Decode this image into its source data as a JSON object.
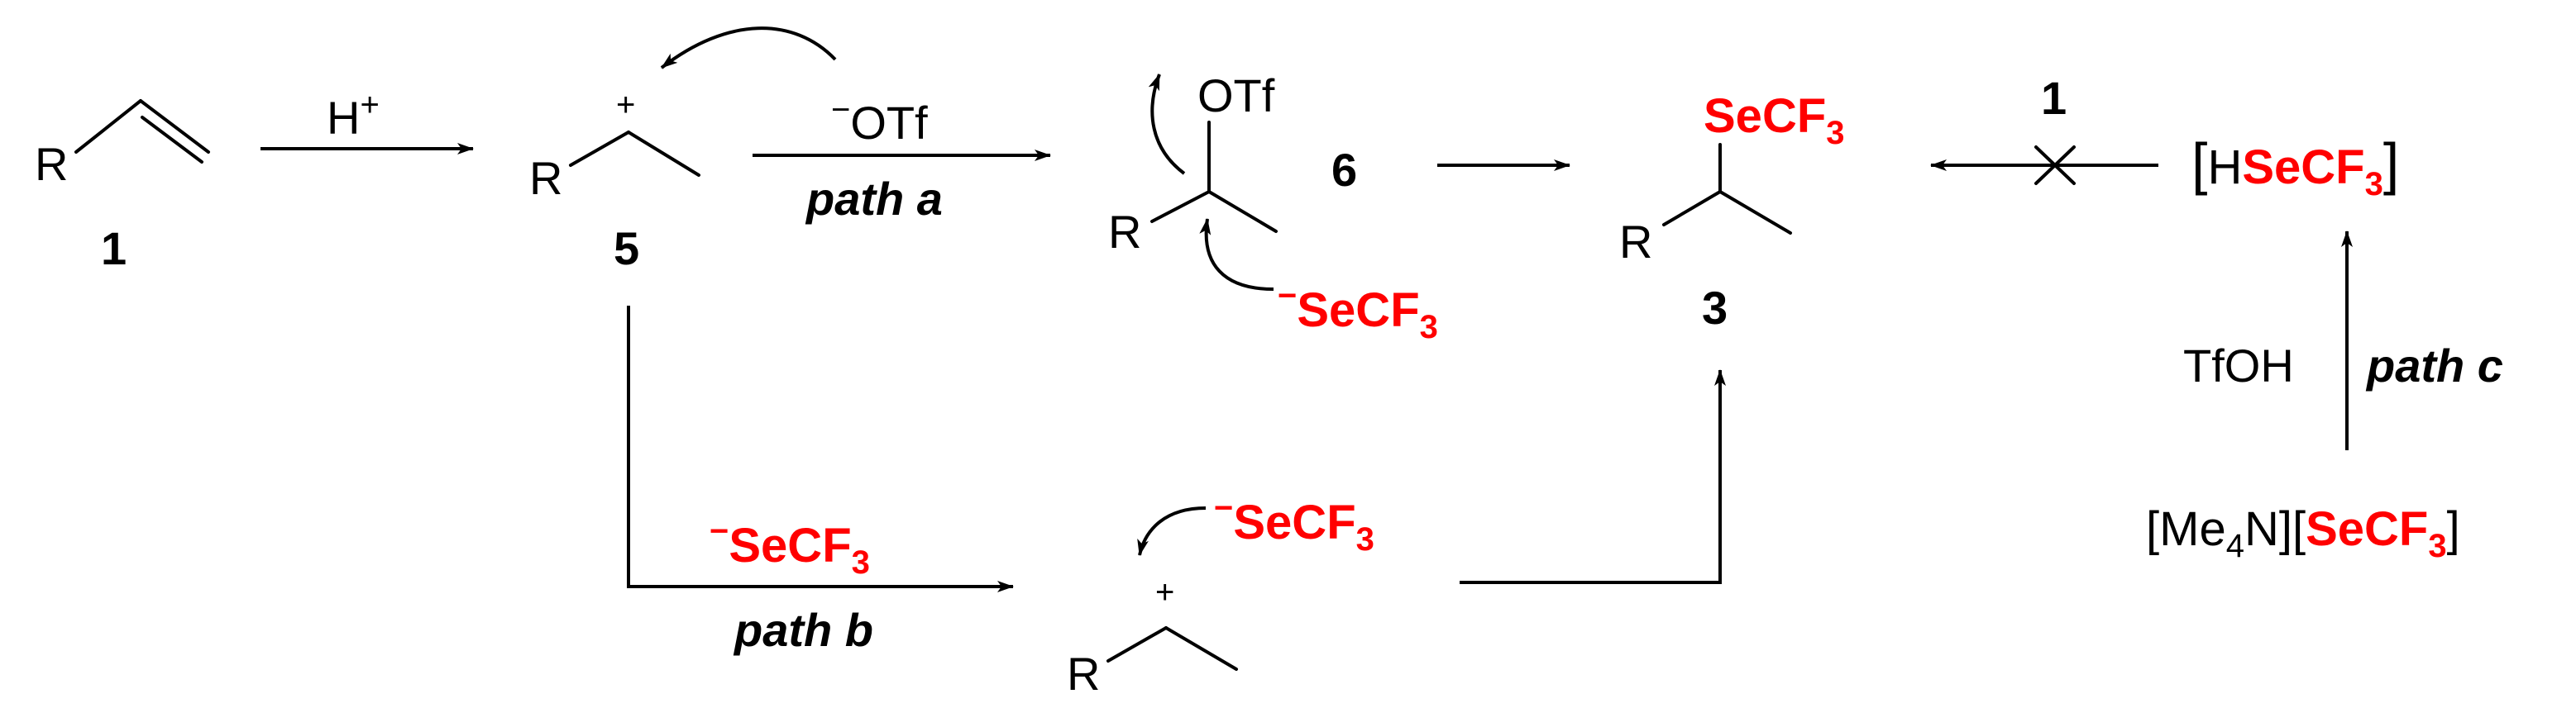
{
  "labels": {
    "r": "R",
    "h": "H",
    "plus": "+",
    "minus": "−",
    "otf": "OTf",
    "se": "SeCF",
    "sub3": "3",
    "sub4": "4",
    "c1": "1",
    "c5": "5",
    "c6": "6",
    "c3": "3",
    "path_a": "path a",
    "path_b": "path b",
    "path_c": "path c",
    "tfoh": "TfOH",
    "lbr": "[",
    "rbr": "]",
    "me": "Me",
    "n": "N",
    "bracket_mid": "]["
  },
  "colors": {
    "highlight": "#ff0000",
    "ink": "#000000"
  }
}
